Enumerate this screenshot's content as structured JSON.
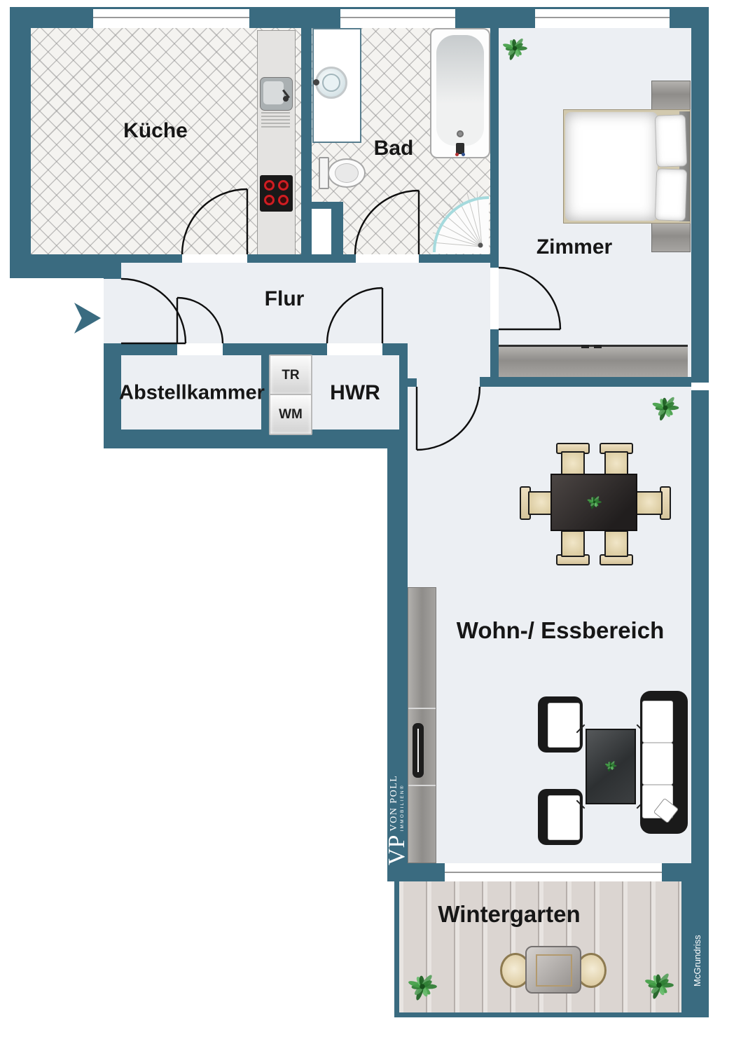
{
  "document": {
    "type": "floor-plan",
    "watermark": "McGrundriss"
  },
  "branding": {
    "monogram": "VP",
    "name": "VON POLL",
    "subtitle": "IMMOBILIEN®"
  },
  "colors": {
    "wall": "#3A6B80",
    "floor": "#ECEFF3",
    "tile_floor": "#F4F3F0",
    "deck": "#DBD5D1",
    "door_line": "#0E0E0E",
    "label": "#161616",
    "furniture_black": "#1A1A1A",
    "shower_glass": "#A5DADD",
    "stove_burner": "#CF1D22"
  },
  "rooms": {
    "kueche": {
      "label": "Küche"
    },
    "bad": {
      "label": "Bad"
    },
    "zimmer": {
      "label": "Zimmer"
    },
    "flur": {
      "label": "Flur"
    },
    "abstellkammer": {
      "label": "Abstellkammer"
    },
    "hwr": {
      "label": "HWR"
    },
    "wohnbereich": {
      "label": "Wohn-/ Essbereich"
    },
    "wintergarten": {
      "label": "Wintergarten"
    }
  },
  "appliances": {
    "dryer_label": "TR",
    "washer_label": "WM"
  }
}
